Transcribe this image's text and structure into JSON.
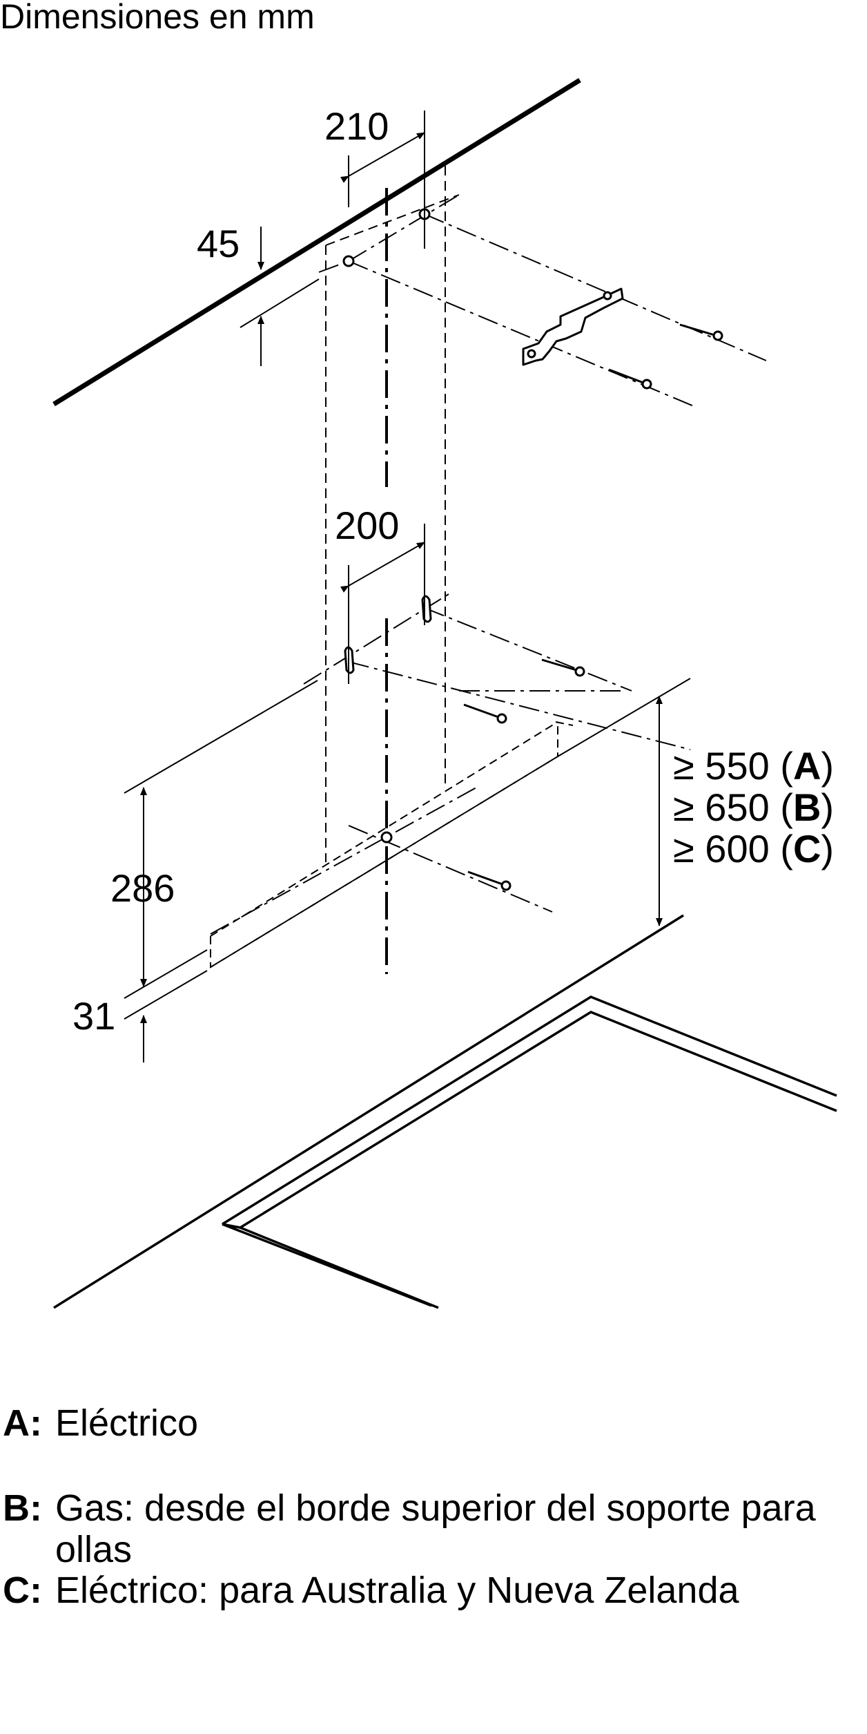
{
  "title": "Dimensiones en mm",
  "dimensions": {
    "d210": "210",
    "d45": "45",
    "d200": "200",
    "d286": "286",
    "d31": "31"
  },
  "clearance": [
    {
      "prefix": "≥ 550 (",
      "key": "A",
      "suffix": ")"
    },
    {
      "prefix": "≥ 650 (",
      "key": "B",
      "suffix": ")"
    },
    {
      "prefix": "≥ 600 (",
      "key": "C",
      "suffix": ")"
    }
  ],
  "legend": [
    {
      "key": "A:",
      "text": "Eléctrico"
    },
    {
      "key": "B:",
      "text": "Gas: desde el borde superior del soporte para ollas"
    },
    {
      "key": "C:",
      "text": "Eléctrico: para Australia y Nueva Zelanda"
    }
  ]
}
